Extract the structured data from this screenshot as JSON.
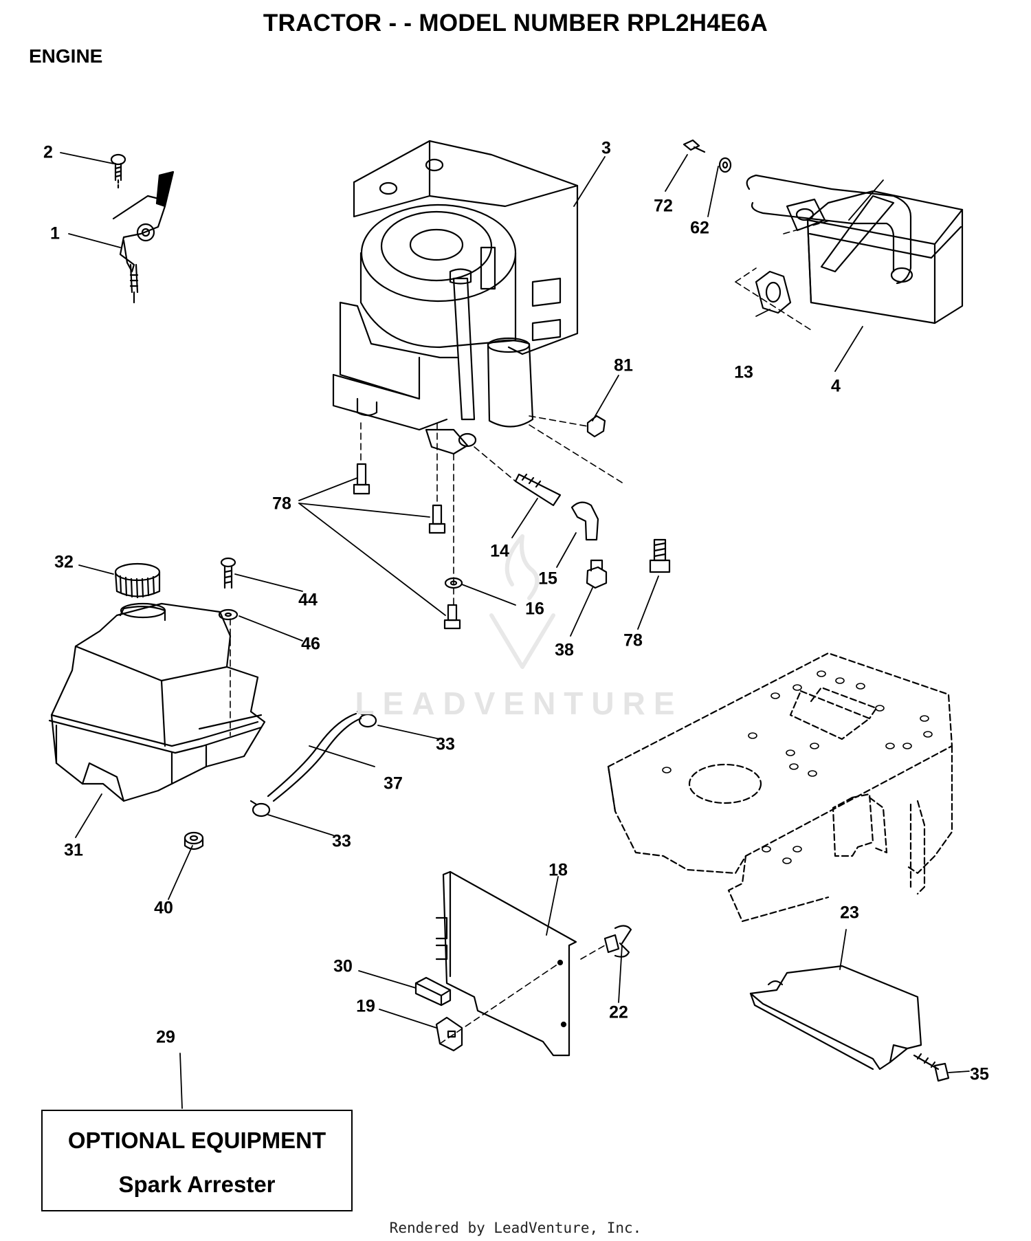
{
  "header": {
    "title": "TRACTOR - - MODEL NUMBER RPL2H4E6A",
    "section": "ENGINE"
  },
  "callouts": {
    "c1": "1",
    "c2": "2",
    "c3": "3",
    "c4": "4",
    "c13": "13",
    "c14": "14",
    "c15": "15",
    "c16": "16",
    "c18": "18",
    "c19": "19",
    "c22": "22",
    "c23": "23",
    "c29": "29",
    "c30": "30",
    "c31": "31",
    "c32": "32",
    "c33a": "33",
    "c33b": "33",
    "c35": "35",
    "c37": "37",
    "c38": "38",
    "c40": "40",
    "c44": "44",
    "c46": "46",
    "c62": "62",
    "c72": "72",
    "c78a": "78",
    "c78b": "78",
    "c81": "81"
  },
  "optional_equipment": {
    "title": "OPTIONAL EQUIPMENT",
    "item": "Spark Arrester"
  },
  "watermark": "LEADVENTURE",
  "footer": "Rendered by LeadVenture, Inc."
}
